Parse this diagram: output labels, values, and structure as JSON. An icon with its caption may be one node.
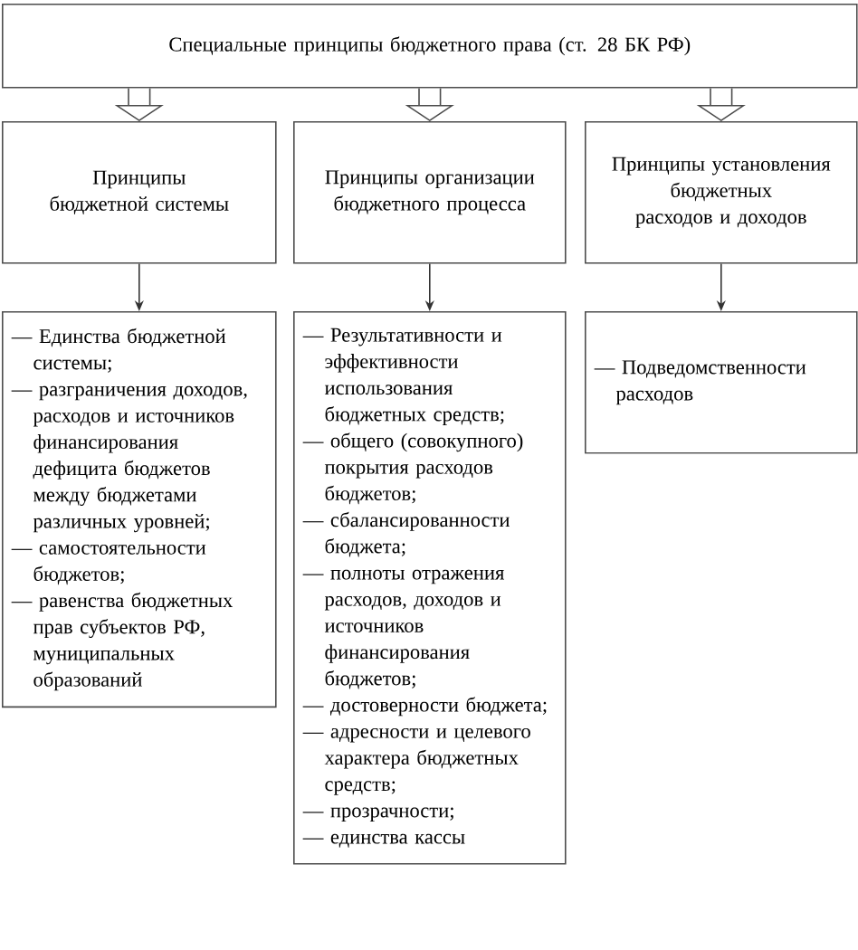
{
  "diagram": {
    "nodes": [
      {
        "text": [
          "Специальные принципы бюджетного права (ст. 28 БК РФ)"
        ]
      },
      {
        "text": [
          "Принципы бюджетной системы"
        ]
      },
      {
        "text": [
          "Принципы организации бюджетного процесса"
        ]
      },
      {
        "text": [
          "Принципы установления бюджетных расходов и доходов"
        ]
      },
      {
        "text": [
          "— Единства бюджетной системы;",
          "— разграничения доходов, расходов и источников финансирования дефицита бюджетов между бюджетами различных уровней;",
          "— самостоятельности бюджетов;",
          "— равенства бюджетных прав субъектов РФ, муниципальных образований"
        ]
      },
      {
        "text": [
          "— Результативности и эффективности использования бюджетных средств;",
          "— общего (совокупного) покрытия расходов бюджетов;",
          "— сбалансированности бюджета;",
          "— полноты отражения расходов, доходов и источников финансирования бюджетов;",
          "— достоверности бюджета;",
          "— адресности и целевого характера бюджетных средств;",
          "— прозрачности;",
          "— единства кассы"
        ]
      },
      {
        "text": [
          "— Подведомственности расходов"
        ]
      }
    ],
    "edges": [
      {
        "from": 0,
        "to": 1,
        "arrow": "to",
        "style": "thick"
      },
      {
        "from": 0,
        "to": 2,
        "arrow": "to",
        "style": "thick"
      },
      {
        "from": 0,
        "to": 3,
        "arrow": "to",
        "style": "thick"
      },
      {
        "from": 1,
        "to": 4,
        "arrow": "to"
      },
      {
        "from": 2,
        "to": 5,
        "arrow": "to"
      },
      {
        "from": 3,
        "to": 6,
        "arrow": "to"
      }
    ]
  }
}
